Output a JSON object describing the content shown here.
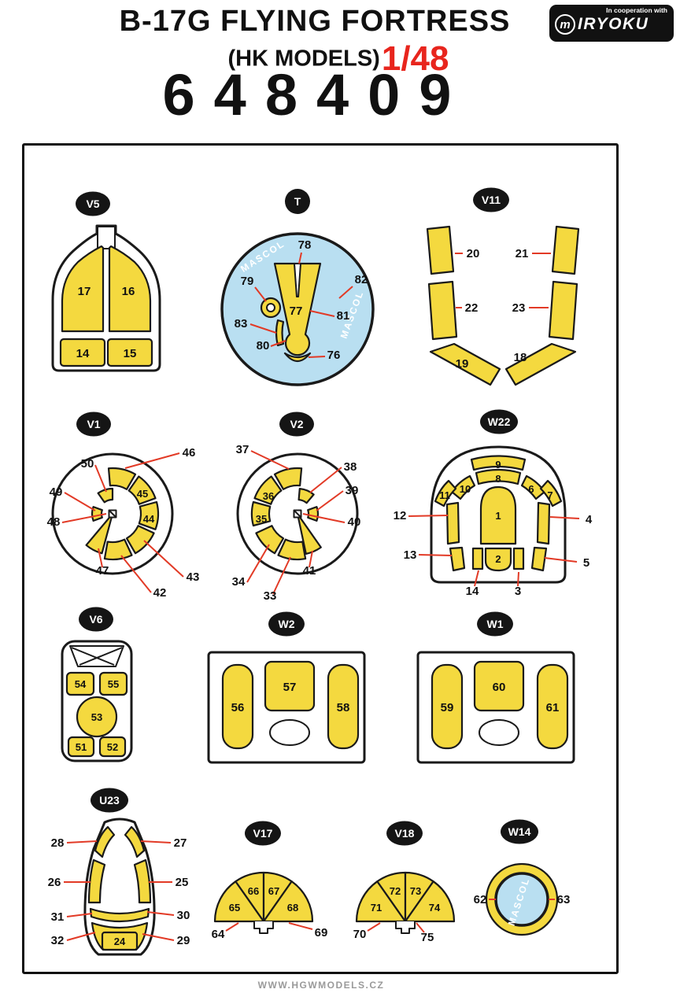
{
  "header": {
    "title": "B-17G FLYING FORTRESS",
    "brand_line": "(HK MODELS)",
    "scale": "1/48",
    "product_number": "648409",
    "logo_small_text": "In cooperation with",
    "logo_monogram": "m",
    "logo_brand": "IRYOKU"
  },
  "footer": {
    "website": "WWW.HGWMODELS.CZ"
  },
  "mascol_label": "MASCOL",
  "colors": {
    "mask_yellow": "#f4d93f",
    "liquid_mask_blue": "#b9dff1",
    "leader_red": "#e23a26",
    "scale_red": "#e8251d",
    "badge_black": "#151515"
  },
  "panels": {
    "v5": {
      "badge": "V5",
      "n14": "14",
      "n15": "15",
      "n16": "16",
      "n17": "17"
    },
    "t": {
      "badge": "T",
      "n76": "76",
      "n77": "77",
      "n78": "78",
      "n79": "79",
      "n80": "80",
      "n81": "81",
      "n82": "82",
      "n83": "83"
    },
    "v11": {
      "badge": "V11",
      "n18": "18",
      "n19": "19",
      "n20": "20",
      "n21": "21",
      "n22": "22",
      "n23": "23"
    },
    "v1": {
      "badge": "V1",
      "n42": "42",
      "n43": "43",
      "n44": "44",
      "n45": "45",
      "n46": "46",
      "n47": "47",
      "n48": "48",
      "n49": "49",
      "n50": "50"
    },
    "v2": {
      "badge": "V2",
      "n33": "33",
      "n34": "34",
      "n35": "35",
      "n36": "36",
      "n37": "37",
      "n38": "38",
      "n39": "39",
      "n40": "40",
      "n41": "41"
    },
    "w22": {
      "badge": "W22",
      "n1": "1",
      "n2": "2",
      "n3": "3",
      "n4": "4",
      "n5": "5",
      "n6": "6",
      "n7": "7",
      "n8": "8",
      "n9": "9",
      "n10": "10",
      "n11": "11",
      "n12": "12",
      "n13": "13",
      "n14": "14"
    },
    "v6": {
      "badge": "V6",
      "n51": "51",
      "n52": "52",
      "n53": "53",
      "n54": "54",
      "n55": "55"
    },
    "w2": {
      "badge": "W2",
      "n56": "56",
      "n57": "57",
      "n58": "58"
    },
    "w1": {
      "badge": "W1",
      "n59": "59",
      "n60": "60",
      "n61": "61"
    },
    "u23": {
      "badge": "U23",
      "n24": "24",
      "n25": "25",
      "n26": "26",
      "n27": "27",
      "n28": "28",
      "n29": "29",
      "n30": "30",
      "n31": "31",
      "n32": "32"
    },
    "v17": {
      "badge": "V17",
      "n64": "64",
      "n65": "65",
      "n66": "66",
      "n67": "67",
      "n68": "68",
      "n69": "69"
    },
    "v18": {
      "badge": "V18",
      "n70": "70",
      "n71": "71",
      "n72": "72",
      "n73": "73",
      "n74": "74",
      "n75": "75"
    },
    "w14": {
      "badge": "W14",
      "n62": "62",
      "n63": "63"
    }
  }
}
